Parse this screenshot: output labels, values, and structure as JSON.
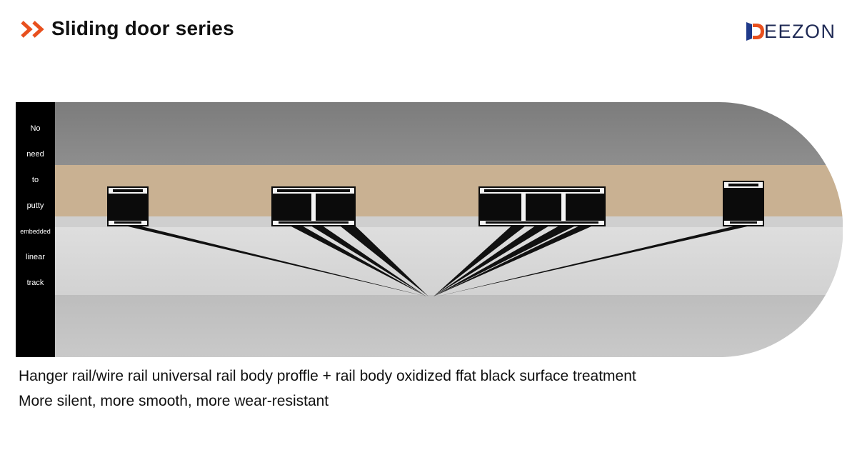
{
  "header": {
    "title": "Sliding door series",
    "accent_color": "#e8501e",
    "icon": "double-chevron-right-icon"
  },
  "logo": {
    "text": "EEZON",
    "mark_letter": "D",
    "mark_colors": [
      "#1f3a8a",
      "#e8501e"
    ]
  },
  "side_label": {
    "words": [
      "No",
      "need",
      "to",
      "putty",
      "embedded",
      "linear",
      "track"
    ]
  },
  "figure": {
    "profiles": [
      "single-rail-profile",
      "double-rail-profile",
      "triple-rail-profile",
      "single-rail-profile"
    ]
  },
  "captions": {
    "line1": "Hanger rail/wire rail universal rail body proffle + rail body oxidized ffat black surface treatment",
    "line2": "More silent, more smooth, more wear-resistant"
  }
}
